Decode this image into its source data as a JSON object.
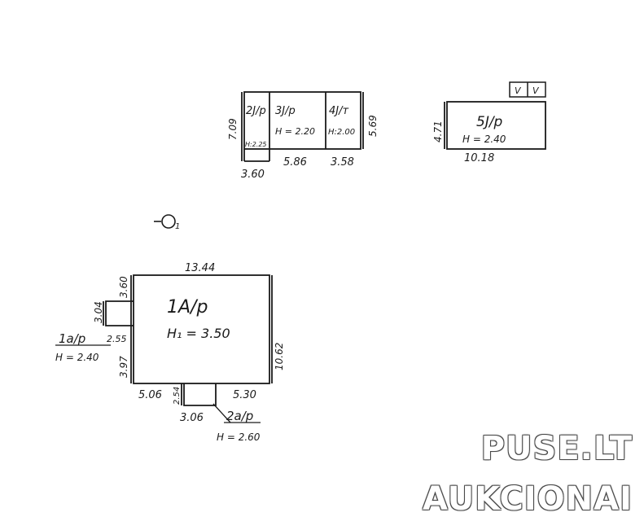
{
  "rooms": {
    "r2": {
      "label": "2Ј/р",
      "height": "Н:2.25"
    },
    "r3": {
      "label": "3Ј/р",
      "height": "Н = 2.20"
    },
    "r4": {
      "label": "4Ј/т",
      "height": "Н:2.00"
    },
    "r5": {
      "label": "5Ј/р",
      "height": "Н = 2.40"
    },
    "r1A": {
      "label": "1А/р",
      "height": "Н₁ = 3.50"
    },
    "r1a": {
      "label": "1а/р",
      "height": "Н = 2.40"
    },
    "r2a": {
      "label": "2а/р",
      "height": "Н = 2.60"
    }
  },
  "dims": {
    "d709": "7.09",
    "d360a": "3.60",
    "d586": "5.86",
    "d358": "3.58",
    "d569": "5.69",
    "d471": "4.71",
    "d1018": "10.18",
    "d1344": "13.44",
    "d360b": "3.60",
    "d304": "3.04",
    "d255": "2.55",
    "d397": "3.97",
    "d1062": "10.62",
    "d506": "5.06",
    "d254": "2.54",
    "d530": "5.30",
    "d306": "3.06"
  },
  "marks": {
    "v1": "V",
    "v2": "V"
  },
  "symbol": "-O₁",
  "watermark": {
    "line1": "PUSE.LT",
    "line2": "AUKCIONAI"
  }
}
